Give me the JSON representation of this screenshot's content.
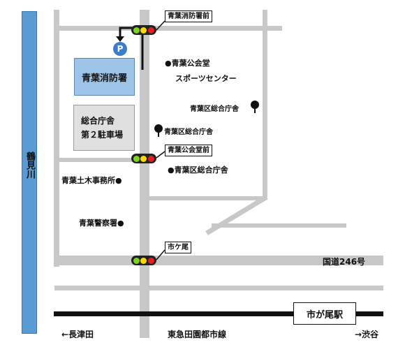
{
  "river": {
    "label": "鶴見川"
  },
  "places": {
    "fire_station": "青葉消防署",
    "parking_lot": "総合庁舎\n第２駐車場",
    "parking_line1": "総合庁舎",
    "parking_line2": "第２駐車場",
    "public_hall": "●青葉公会堂",
    "sports_center": "スポーツセンター",
    "ward_office_tree_right": "青葉区総合庁舎",
    "ward_office_tree_left": "青葉区総合庁舎",
    "ward_office": "●青葉区総合庁舎",
    "civil_engineering": "青葉土木事務所●",
    "police": "青葉警察署●"
  },
  "parking_icon": "P",
  "intersections": {
    "fire_station_mae": "青葉消防署前",
    "public_hall_mae": "青葉公会堂前",
    "ichigao": "市ケ尾"
  },
  "route_label": "国道246号",
  "station": "市が尾駅",
  "railway": {
    "line_name": "東急田園都市線",
    "left_direction": "←長津田",
    "right_direction": "→渋谷"
  },
  "colors": {
    "river": "#5b9bd5",
    "road": "#c8c8c8",
    "fire_station_bldg": "#9dc3e6",
    "parking_bldg": "#e0e0e0",
    "rail": "#111111",
    "parking_icon": "#3d7cc9"
  },
  "icons": [
    "traffic-signal-icon",
    "parking-icon",
    "tree-icon",
    "dot-marker-icon"
  ]
}
